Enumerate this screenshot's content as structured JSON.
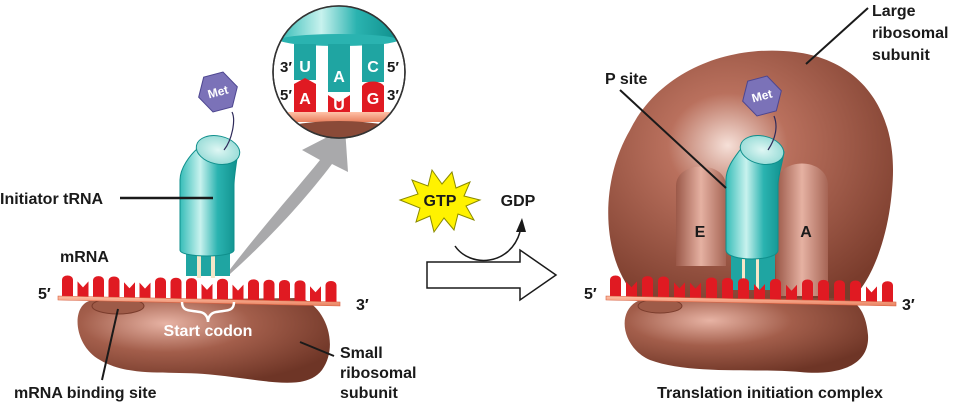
{
  "diagram": {
    "title": "Translation initiation",
    "colors": {
      "ribosome": "#8a4a38",
      "ribosome_light": "#c9897a",
      "trna": "#2ab3b0",
      "trna_light": "#a8e6e2",
      "mrna": "#e01a22",
      "mrna_backbone": "#f2a080",
      "met": "#7b72b8",
      "gtp": "#fff200",
      "arrow_gray": "#a9a9ab"
    },
    "left_panel": {
      "labels": {
        "initiator_trna": "Initiator tRNA",
        "mrna": "mRNA",
        "five_prime": "5′",
        "three_prime": "3′",
        "start_codon": "Start codon",
        "mrna_binding_site": "mRNA binding site",
        "small_subunit_line1": "Small",
        "small_subunit_line2": "ribosomal",
        "small_subunit_line3": "subunit",
        "met": "Met"
      },
      "inset": {
        "anticodon": [
          "U",
          "A",
          "C"
        ],
        "codon": [
          "A",
          "U",
          "G"
        ],
        "anticodon_left_end": "3′",
        "anticodon_right_end": "5′",
        "codon_left_end": "5′",
        "codon_right_end": "3′"
      }
    },
    "middle": {
      "gtp": "GTP",
      "gdp": "GDP"
    },
    "right_panel": {
      "labels": {
        "large_subunit_line1": "Large",
        "large_subunit_line2": "ribosomal",
        "large_subunit_line3": "subunit",
        "p_site": "P site",
        "e_site": "E",
        "a_site": "A",
        "met": "Met",
        "five_prime": "5′",
        "three_prime": "3′",
        "caption": "Translation initiation complex"
      }
    }
  }
}
